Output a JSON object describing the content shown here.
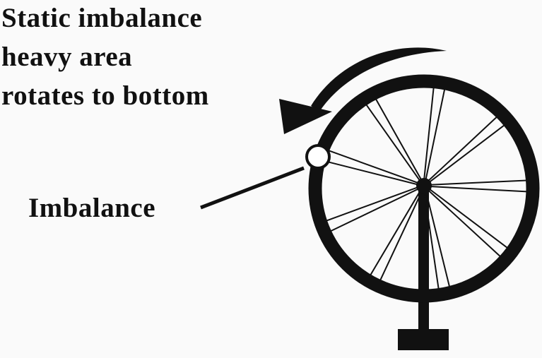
{
  "caption": {
    "lines": [
      "Static imbalance",
      "heavy area",
      "rotates to bottom"
    ]
  },
  "imbalance_label": "Imbalance",
  "colors": {
    "ink": "#111111",
    "background": "#fafafa"
  }
}
